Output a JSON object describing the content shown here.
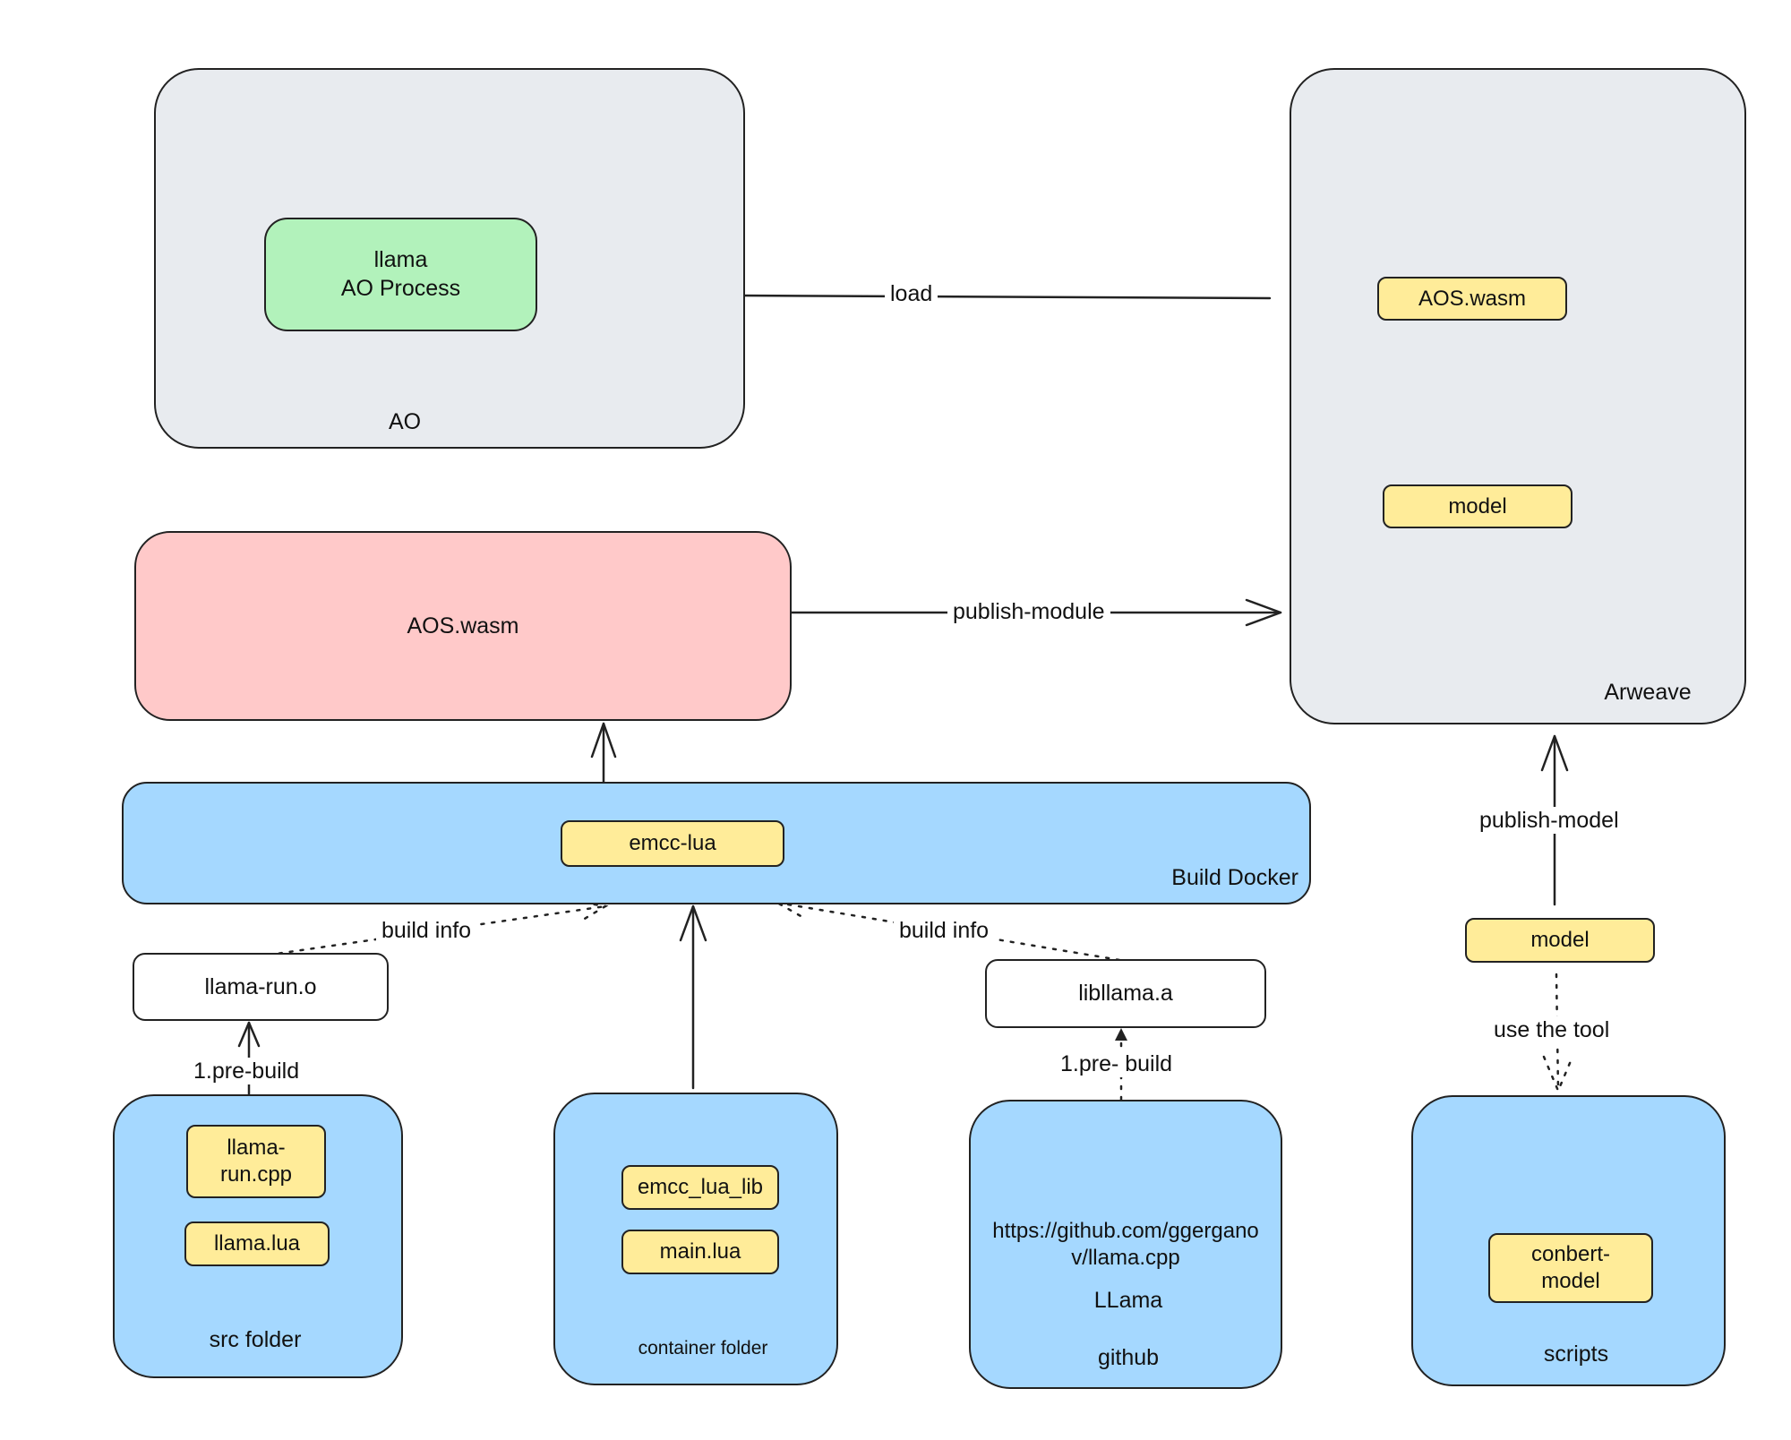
{
  "ao": {
    "title": "AO",
    "process_line1": "llama",
    "process_line2": "AO Process"
  },
  "arweave": {
    "title": "Arweave",
    "chip_wasm": "AOS.wasm",
    "chip_model": "model"
  },
  "aos_wasm": {
    "label": "AOS.wasm"
  },
  "build_docker": {
    "title": "Build Docker",
    "chip": "emcc-lua"
  },
  "llama_run_o": {
    "label": "llama-run.o"
  },
  "libllama_a": {
    "label": "libllama.a"
  },
  "model_chip": {
    "label": "model"
  },
  "src_folder": {
    "title": "src folder",
    "chip1": "llama-\nrun.cpp",
    "chip2": "llama.lua"
  },
  "container_folder": {
    "title": "container folder",
    "chip1": "emcc_lua_lib",
    "chip2": "main.lua"
  },
  "github": {
    "title": "github",
    "url_line1": "https://github.com/ggergano",
    "url_line2": "v/llama.cpp",
    "name": "LLama"
  },
  "scripts": {
    "title": "scripts",
    "chip": "conbert-\nmodel"
  },
  "edges": {
    "load": "load",
    "publish_module": "publish-module",
    "publish_model": "publish-model",
    "build_info_left": "build info",
    "build_info_right": "build info",
    "pre_build_left": "1.pre-build",
    "pre_build_right": "1.pre- build",
    "use_tool": "use the tool"
  },
  "colors": {
    "grey_container": "#e8ebef",
    "green_process": "#b2f2bb",
    "pink_wasm": "#ffc9c9",
    "blue_box": "#a5d8ff",
    "yellow_chip": "#ffec99",
    "stroke": "#222222"
  }
}
